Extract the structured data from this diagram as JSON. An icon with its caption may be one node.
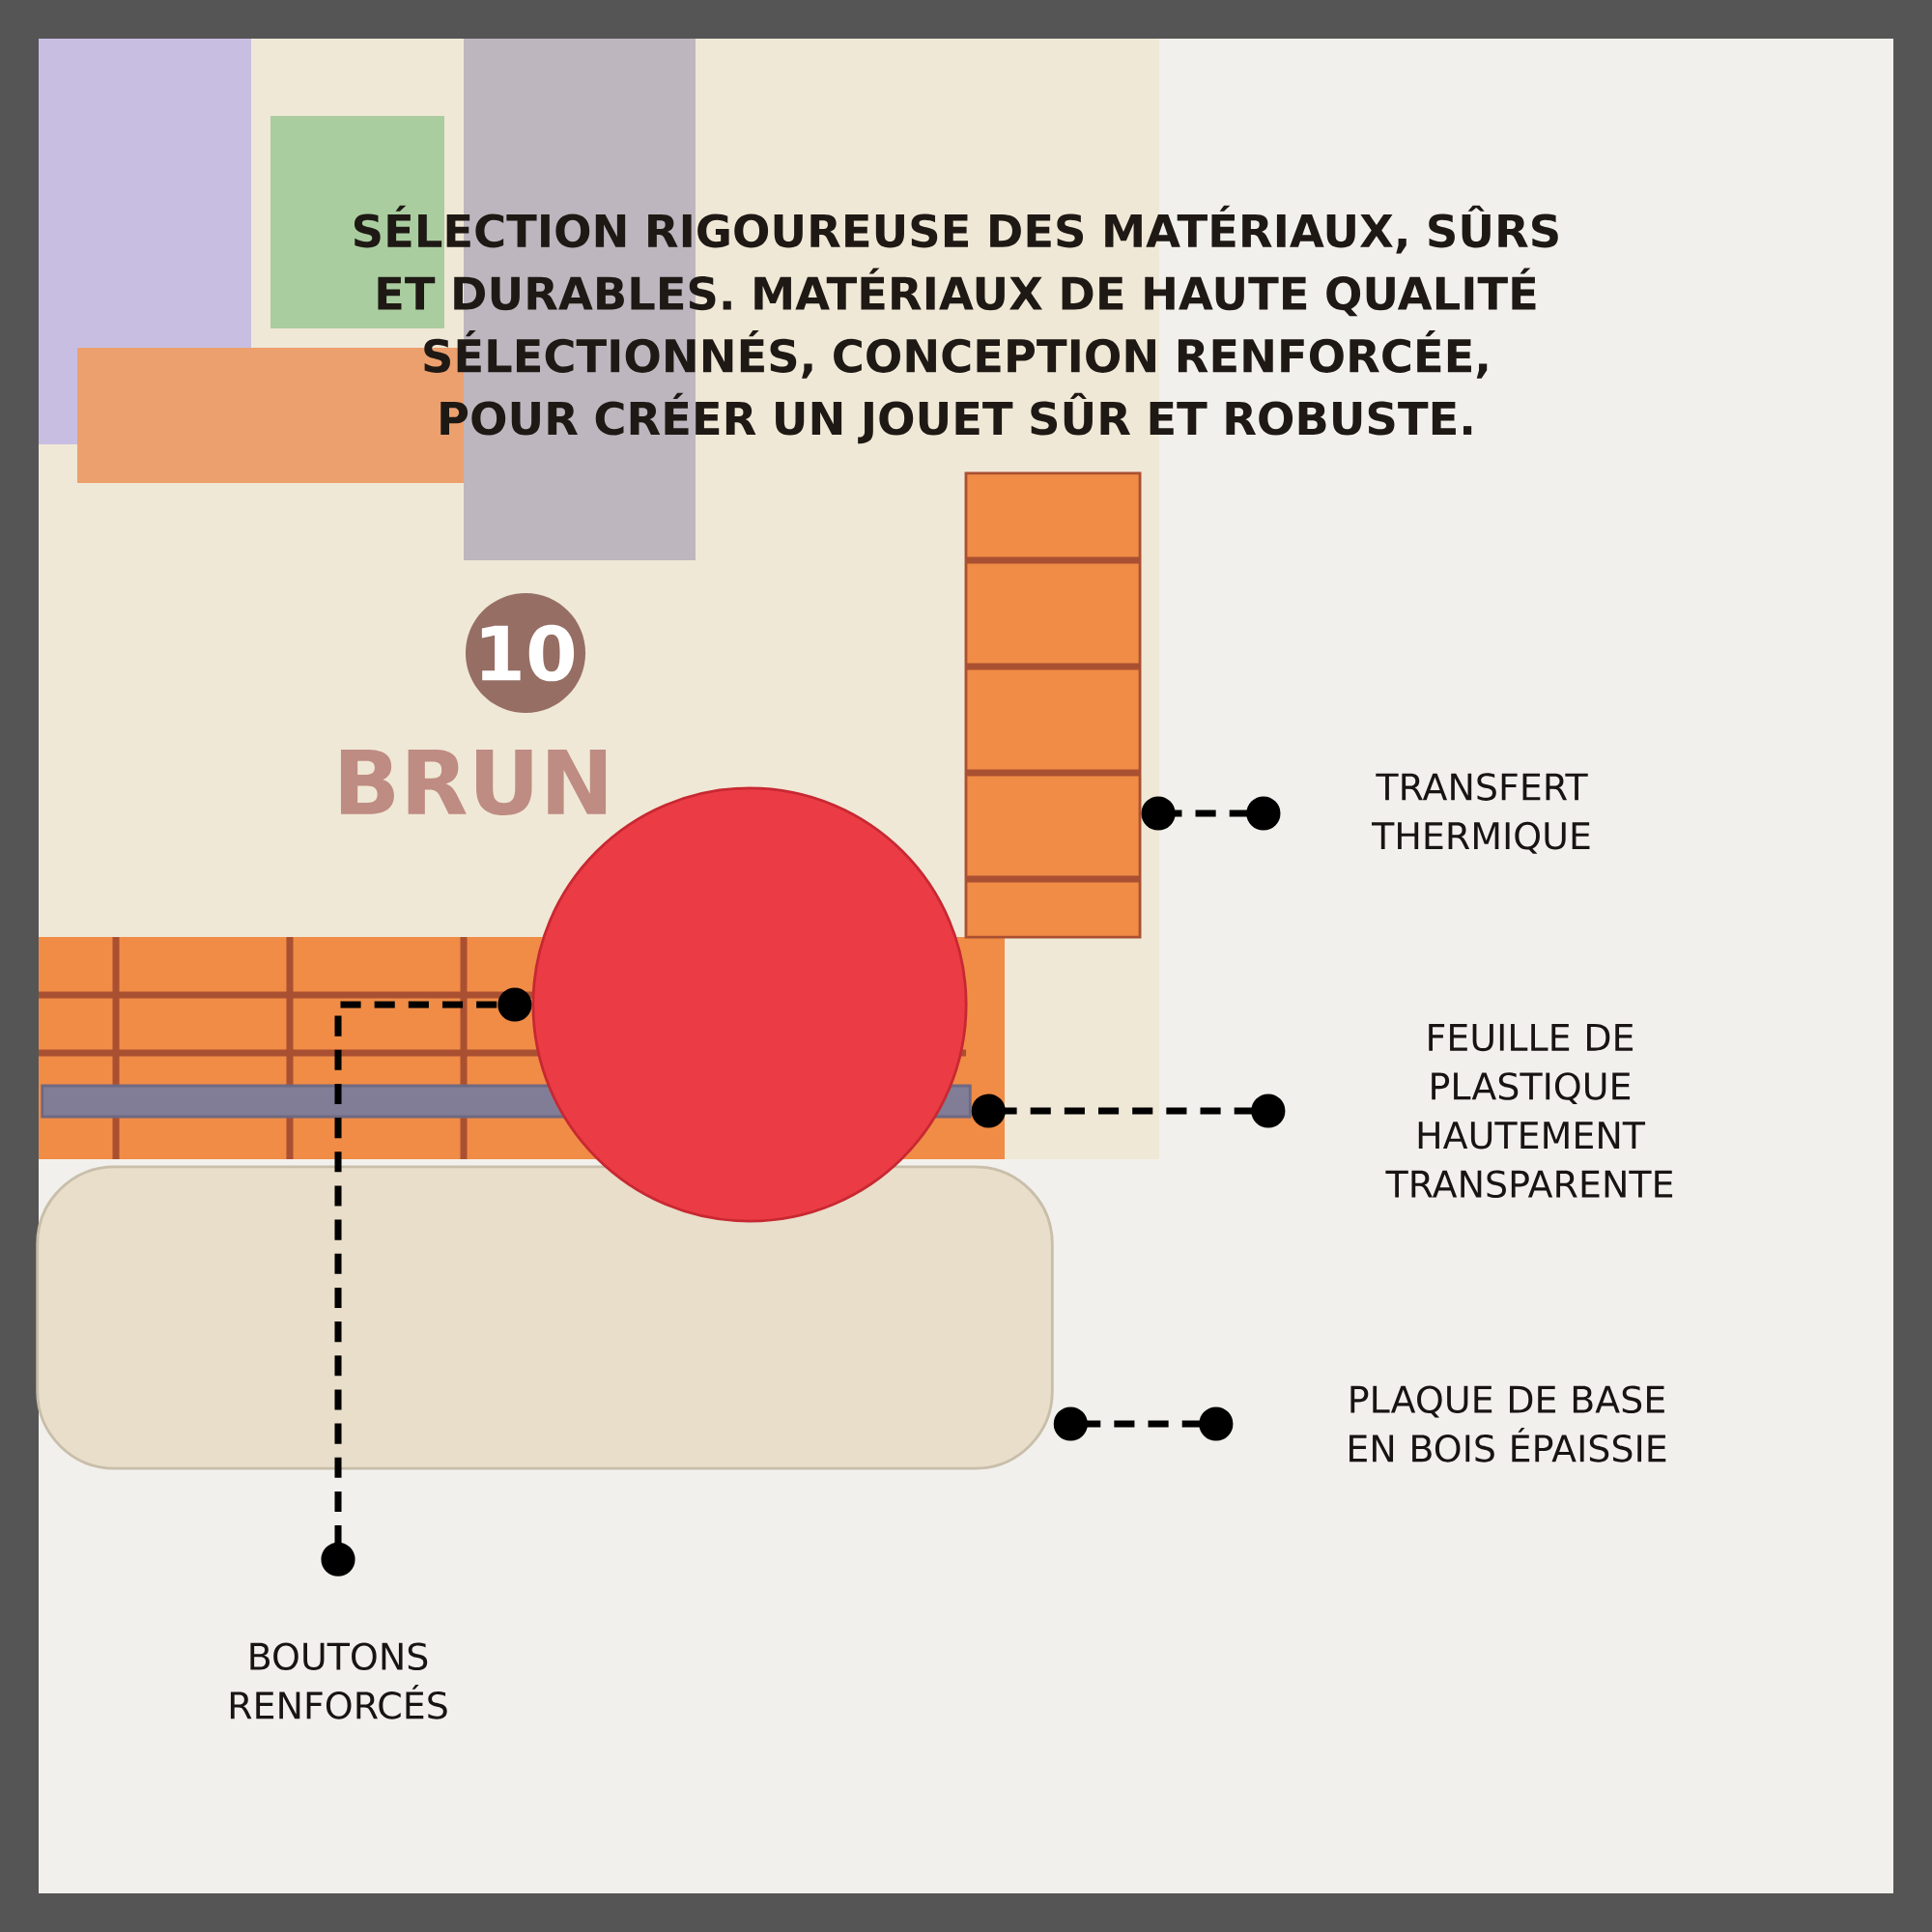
{
  "diagram": {
    "title": "SÉLECTION RIGOUREUSE DES MATÉRIAUX, SÛRS ET DURABLES. MATÉRIAUX DE HAUTE QUALITÉ SÉLECTIONNÉS, CONCEPTION RENFORCÉE, POUR CRÉER UN JOUET SÛR ET ROBUSTE.",
    "nodes": [
      {
        "text": [
          "TRANSFERT THERMIQUE"
        ]
      },
      {
        "text": [],
        "shape": "bar"
      },
      {
        "text": [
          "FEUILLE DE PLASTIQUE HAUTEMENT TRANSPARENTE"
        ]
      },
      {
        "text": [],
        "shape": "bar"
      },
      {
        "text": [
          "PLAQUE DE BASE EN BOIS ÉPAISSIE"
        ]
      },
      {
        "text": [],
        "shape": "box"
      },
      {
        "text": [
          "BOUTONS RENFORCÉS"
        ]
      },
      {
        "text": [],
        "shape": "circle"
      }
    ],
    "edges": [
      {
        "from": 0,
        "to": 1,
        "arrow": "other"
      },
      {
        "from": 2,
        "to": 3,
        "arrow": "other"
      },
      {
        "from": 4,
        "to": 5,
        "arrow": "other"
      },
      {
        "from": 6,
        "to": 7,
        "arrow": "other"
      }
    ],
    "labels": [
      "10",
      "BRUN"
    ]
  }
}
